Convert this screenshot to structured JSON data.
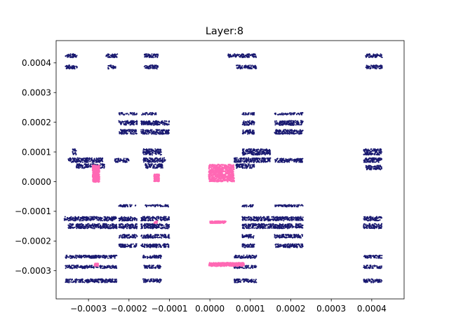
{
  "chart_data": {
    "type": "scatter",
    "title": "Layer:8",
    "xlabel": "",
    "ylabel": "",
    "xlim": [
      -0.00038,
      0.00048
    ],
    "ylim": [
      -0.000395,
      0.000475
    ],
    "x_ticks": [
      -0.0003,
      -0.0002,
      -0.0001,
      0.0,
      0.0001,
      0.0002,
      0.0003,
      0.0004
    ],
    "x_tick_labels": [
      "−0.0003",
      "−0.0002",
      "−0.0001",
      "0.0000",
      "0.0001",
      "0.0002",
      "0.0003",
      "0.0004"
    ],
    "y_ticks": [
      -0.0003,
      -0.0002,
      -0.0001,
      0.0,
      0.0001,
      0.0002,
      0.0003,
      0.0004
    ],
    "y_tick_labels": [
      "−0.0003",
      "−0.0002",
      "−0.0001",
      "0.0000",
      "0.0001",
      "0.0002",
      "0.0003",
      "0.0004"
    ],
    "grid": false,
    "series": [
      {
        "color": "#191970",
        "marker_size": 1.6,
        "clusters": [
          {
            "x": [
              -0.000357,
              -0.000328
            ],
            "y": [
              0.000418,
              0.00043
            ]
          },
          {
            "x": [
              -0.000357,
              -0.000328
            ],
            "y": [
              0.00038,
              0.000392
            ]
          },
          {
            "x": [
              -0.000257,
              -0.000228
            ],
            "y": [
              0.000418,
              0.00043
            ]
          },
          {
            "x": [
              -0.000252,
              -0.000233
            ],
            "y": [
              0.00038,
              0.000392
            ]
          },
          {
            "x": [
              -0.000162,
              -0.000127
            ],
            "y": [
              0.000418,
              0.00043
            ]
          },
          {
            "x": [
              -0.000162,
              -0.000127
            ],
            "y": [
              0.00038,
              0.000392
            ]
          },
          {
            "x": [
              4.5e-05,
              0.000115
            ],
            "y": [
              0.000418,
              0.00043
            ]
          },
          {
            "x": [
              6.5e-05,
              0.000115
            ],
            "y": [
              0.00038,
              0.000392
            ]
          },
          {
            "x": [
              0.000385,
              0.000427
            ],
            "y": [
              0.000418,
              0.00043
            ]
          },
          {
            "x": [
              0.000385,
              0.000427
            ],
            "y": [
              0.00038,
              0.000392
            ]
          },
          {
            "x": [
              -0.000225,
              -0.00018
            ],
            "y": [
              0.000225,
              0.000232
            ]
          },
          {
            "x": [
              -0.000225,
              -0.00018
            ],
            "y": [
              0.00019,
              0.000205
            ]
          },
          {
            "x": [
              -0.000225,
              -0.00018
            ],
            "y": [
              0.00016,
              0.000175
            ]
          },
          {
            "x": [
              -0.00017,
              -0.000132
            ],
            "y": [
              0.000225,
              0.000232
            ]
          },
          {
            "x": [
              -0.00017,
              -0.0001
            ],
            "y": [
              0.00019,
              0.000205
            ]
          },
          {
            "x": [
              -0.00017,
              -0.0001
            ],
            "y": [
              0.00016,
              0.000175
            ]
          },
          {
            "x": [
              8e-05,
              0.00011
            ],
            "y": [
              0.000225,
              0.000232
            ]
          },
          {
            "x": [
              8e-05,
              0.00011
            ],
            "y": [
              0.00019,
              0.000205
            ]
          },
          {
            "x": [
              8e-05,
              0.00011
            ],
            "y": [
              0.00016,
              0.000175
            ]
          },
          {
            "x": [
              0.00016,
              0.00023
            ],
            "y": [
              0.000225,
              0.000232
            ]
          },
          {
            "x": [
              0.00016,
              0.00023
            ],
            "y": [
              0.00019,
              0.000205
            ]
          },
          {
            "x": [
              0.00016,
              0.00023
            ],
            "y": [
              0.00016,
              0.000175
            ]
          },
          {
            "x": [
              -0.00034,
              -0.00033
            ],
            "y": [
              9e-05,
              0.00011
            ]
          },
          {
            "x": [
              -0.00035,
              -0.000265
            ],
            "y": [
              6.5e-05,
              8e-05
            ]
          },
          {
            "x": [
              -0.00033,
              -0.00026
            ],
            "y": [
              4.5e-05,
              6e-05
            ]
          },
          {
            "x": [
              -0.000235,
              -0.0002
            ],
            "y": [
              6.5e-05,
              7.8e-05
            ]
          },
          {
            "x": [
              -0.000165,
              -0.00012
            ],
            "y": [
              9e-05,
              0.00011
            ]
          },
          {
            "x": [
              -0.000165,
              -0.00011
            ],
            "y": [
              6.5e-05,
              8e-05
            ]
          },
          {
            "x": [
              -0.00016,
              -0.000115
            ],
            "y": [
              4.5e-05,
              6e-05
            ]
          },
          {
            "x": [
              8e-05,
              0.00015
            ],
            "y": [
              9e-05,
              0.00011
            ]
          },
          {
            "x": [
              6e-05,
              0.00015
            ],
            "y": [
              6.5e-05,
              8e-05
            ]
          },
          {
            "x": [
              6.5e-05,
              0.00011
            ],
            "y": [
              4.5e-05,
              6e-05
            ]
          },
          {
            "x": [
              0.00016,
              0.00023
            ],
            "y": [
              6.5e-05,
              7.8e-05
            ]
          },
          {
            "x": [
              0.00038,
              0.000425
            ],
            "y": [
              9e-05,
              0.00011
            ]
          },
          {
            "x": [
              0.00038,
              0.000425
            ],
            "y": [
              6.5e-05,
              8e-05
            ]
          },
          {
            "x": [
              0.000385,
              0.000425
            ],
            "y": [
              4e-05,
              5.5e-05
            ]
          },
          {
            "x": [
              -0.000225,
              -0.00018
            ],
            "y": [
              -8.5e-05,
              -7.8e-05
            ]
          },
          {
            "x": [
              -0.00016,
              -0.0001
            ],
            "y": [
              -8.5e-05,
              -7.8e-05
            ]
          },
          {
            "x": [
              8e-05,
              0.00011
            ],
            "y": [
              -8.5e-05,
              -7.8e-05
            ]
          },
          {
            "x": [
              0.00016,
              0.00023
            ],
            "y": [
              -8.5e-05,
              -7.8e-05
            ]
          },
          {
            "x": [
              -0.00036,
              -0.00023
            ],
            "y": [
              -0.000132,
              -0.000118
            ]
          },
          {
            "x": [
              -0.00035,
              -0.00023
            ],
            "y": [
              -0.000158,
              -0.000142
            ]
          },
          {
            "x": [
              -0.000225,
              -0.00018
            ],
            "y": [
              -0.000132,
              -0.000118
            ]
          },
          {
            "x": [
              -0.000225,
              -0.00018
            ],
            "y": [
              -0.000158,
              -0.000142
            ]
          },
          {
            "x": [
              -0.00017,
              -0.0001
            ],
            "y": [
              -0.000132,
              -0.000118
            ]
          },
          {
            "x": [
              -0.00017,
              -0.0001
            ],
            "y": [
              -0.000158,
              -0.000142
            ]
          },
          {
            "x": [
              8e-05,
              0.00016
            ],
            "y": [
              -0.000132,
              -0.000118
            ]
          },
          {
            "x": [
              8e-05,
              0.00016
            ],
            "y": [
              -0.000158,
              -0.000142
            ]
          },
          {
            "x": [
              0.00016,
              0.00023
            ],
            "y": [
              -0.000132,
              -0.000118
            ]
          },
          {
            "x": [
              0.00016,
              0.00023
            ],
            "y": [
              -0.000158,
              -0.000142
            ]
          },
          {
            "x": [
              0.00038,
              0.000425
            ],
            "y": [
              -0.000132,
              -0.000118
            ]
          },
          {
            "x": [
              0.00038,
              0.000425
            ],
            "y": [
              -0.000158,
              -0.000142
            ]
          },
          {
            "x": [
              -0.000225,
              -0.00018
            ],
            "y": [
              -0.00019,
              -0.000178
            ]
          },
          {
            "x": [
              -0.000225,
              -0.00018
            ],
            "y": [
              -0.000222,
              -0.00021
            ]
          },
          {
            "x": [
              -0.00017,
              -0.0001
            ],
            "y": [
              -0.00019,
              -0.000178
            ]
          },
          {
            "x": [
              -0.00017,
              -0.0001
            ],
            "y": [
              -0.000222,
              -0.00021
            ]
          },
          {
            "x": [
              8e-05,
              0.00011
            ],
            "y": [
              -0.00019,
              -0.000178
            ]
          },
          {
            "x": [
              8e-05,
              0.00011
            ],
            "y": [
              -0.000222,
              -0.00021
            ]
          },
          {
            "x": [
              0.00016,
              0.00023
            ],
            "y": [
              -0.00019,
              -0.000178
            ]
          },
          {
            "x": [
              0.00016,
              0.00023
            ],
            "y": [
              -0.000222,
              -0.00021
            ]
          },
          {
            "x": [
              -0.000357,
              -0.00023
            ],
            "y": [
              -0.000258,
              -0.000248
            ]
          },
          {
            "x": [
              -0.000357,
              -0.00023
            ],
            "y": [
              -0.000292,
              -0.000282
            ]
          },
          {
            "x": [
              -0.000357,
              -0.00023
            ],
            "y": [
              -0.00034,
              -0.000328
            ]
          },
          {
            "x": [
              -0.000165,
              -0.00012
            ],
            "y": [
              -0.000258,
              -0.000248
            ]
          },
          {
            "x": [
              -0.000165,
              -0.00012
            ],
            "y": [
              -0.000292,
              -0.000282
            ]
          },
          {
            "x": [
              -0.000165,
              -0.00012
            ],
            "y": [
              -0.00034,
              -0.000328
            ]
          },
          {
            "x": [
              6e-05,
              0.000115
            ],
            "y": [
              -0.000258,
              -0.000248
            ]
          },
          {
            "x": [
              6e-05,
              0.000115
            ],
            "y": [
              -0.000292,
              -0.000282
            ]
          },
          {
            "x": [
              6e-05,
              0.000115
            ],
            "y": [
              -0.00034,
              -0.000328
            ]
          },
          {
            "x": [
              0.00038,
              0.000425
            ],
            "y": [
              -0.000258,
              -0.000248
            ]
          },
          {
            "x": [
              0.00038,
              0.000425
            ],
            "y": [
              -0.000292,
              -0.000282
            ]
          },
          {
            "x": [
              0.00038,
              0.000425
            ],
            "y": [
              -0.00034,
              -0.000328
            ]
          }
        ]
      },
      {
        "color": "#ff69b4",
        "marker_size": 1.8,
        "clusters": [
          {
            "x": [
              -3e-06,
              6e-05
            ],
            "y": [
              0.0,
              5.8e-05
            ]
          },
          {
            "x": [
              -0.00029,
              -0.000273
            ],
            "y": [
              -2e-06,
              5.5e-05
            ]
          },
          {
            "x": [
              -0.000138,
              -0.000125
            ],
            "y": [
              0.0,
              2.5e-05
            ]
          },
          {
            "x": [
              0.0,
              4e-05
            ],
            "y": [
              -0.00014,
              -0.000133
            ]
          },
          {
            "x": [
              -0.000138,
              -0.00013
            ],
            "y": [
              -0.00014,
              -0.000133
            ]
          },
          {
            "x": [
              -2e-06,
              8.5e-05
            ],
            "y": [
              -0.000285,
              -0.000273
            ]
          },
          {
            "x": [
              -0.000285,
              -0.000275
            ],
            "y": [
              -0.000285,
              -0.000275
            ]
          }
        ]
      }
    ]
  }
}
